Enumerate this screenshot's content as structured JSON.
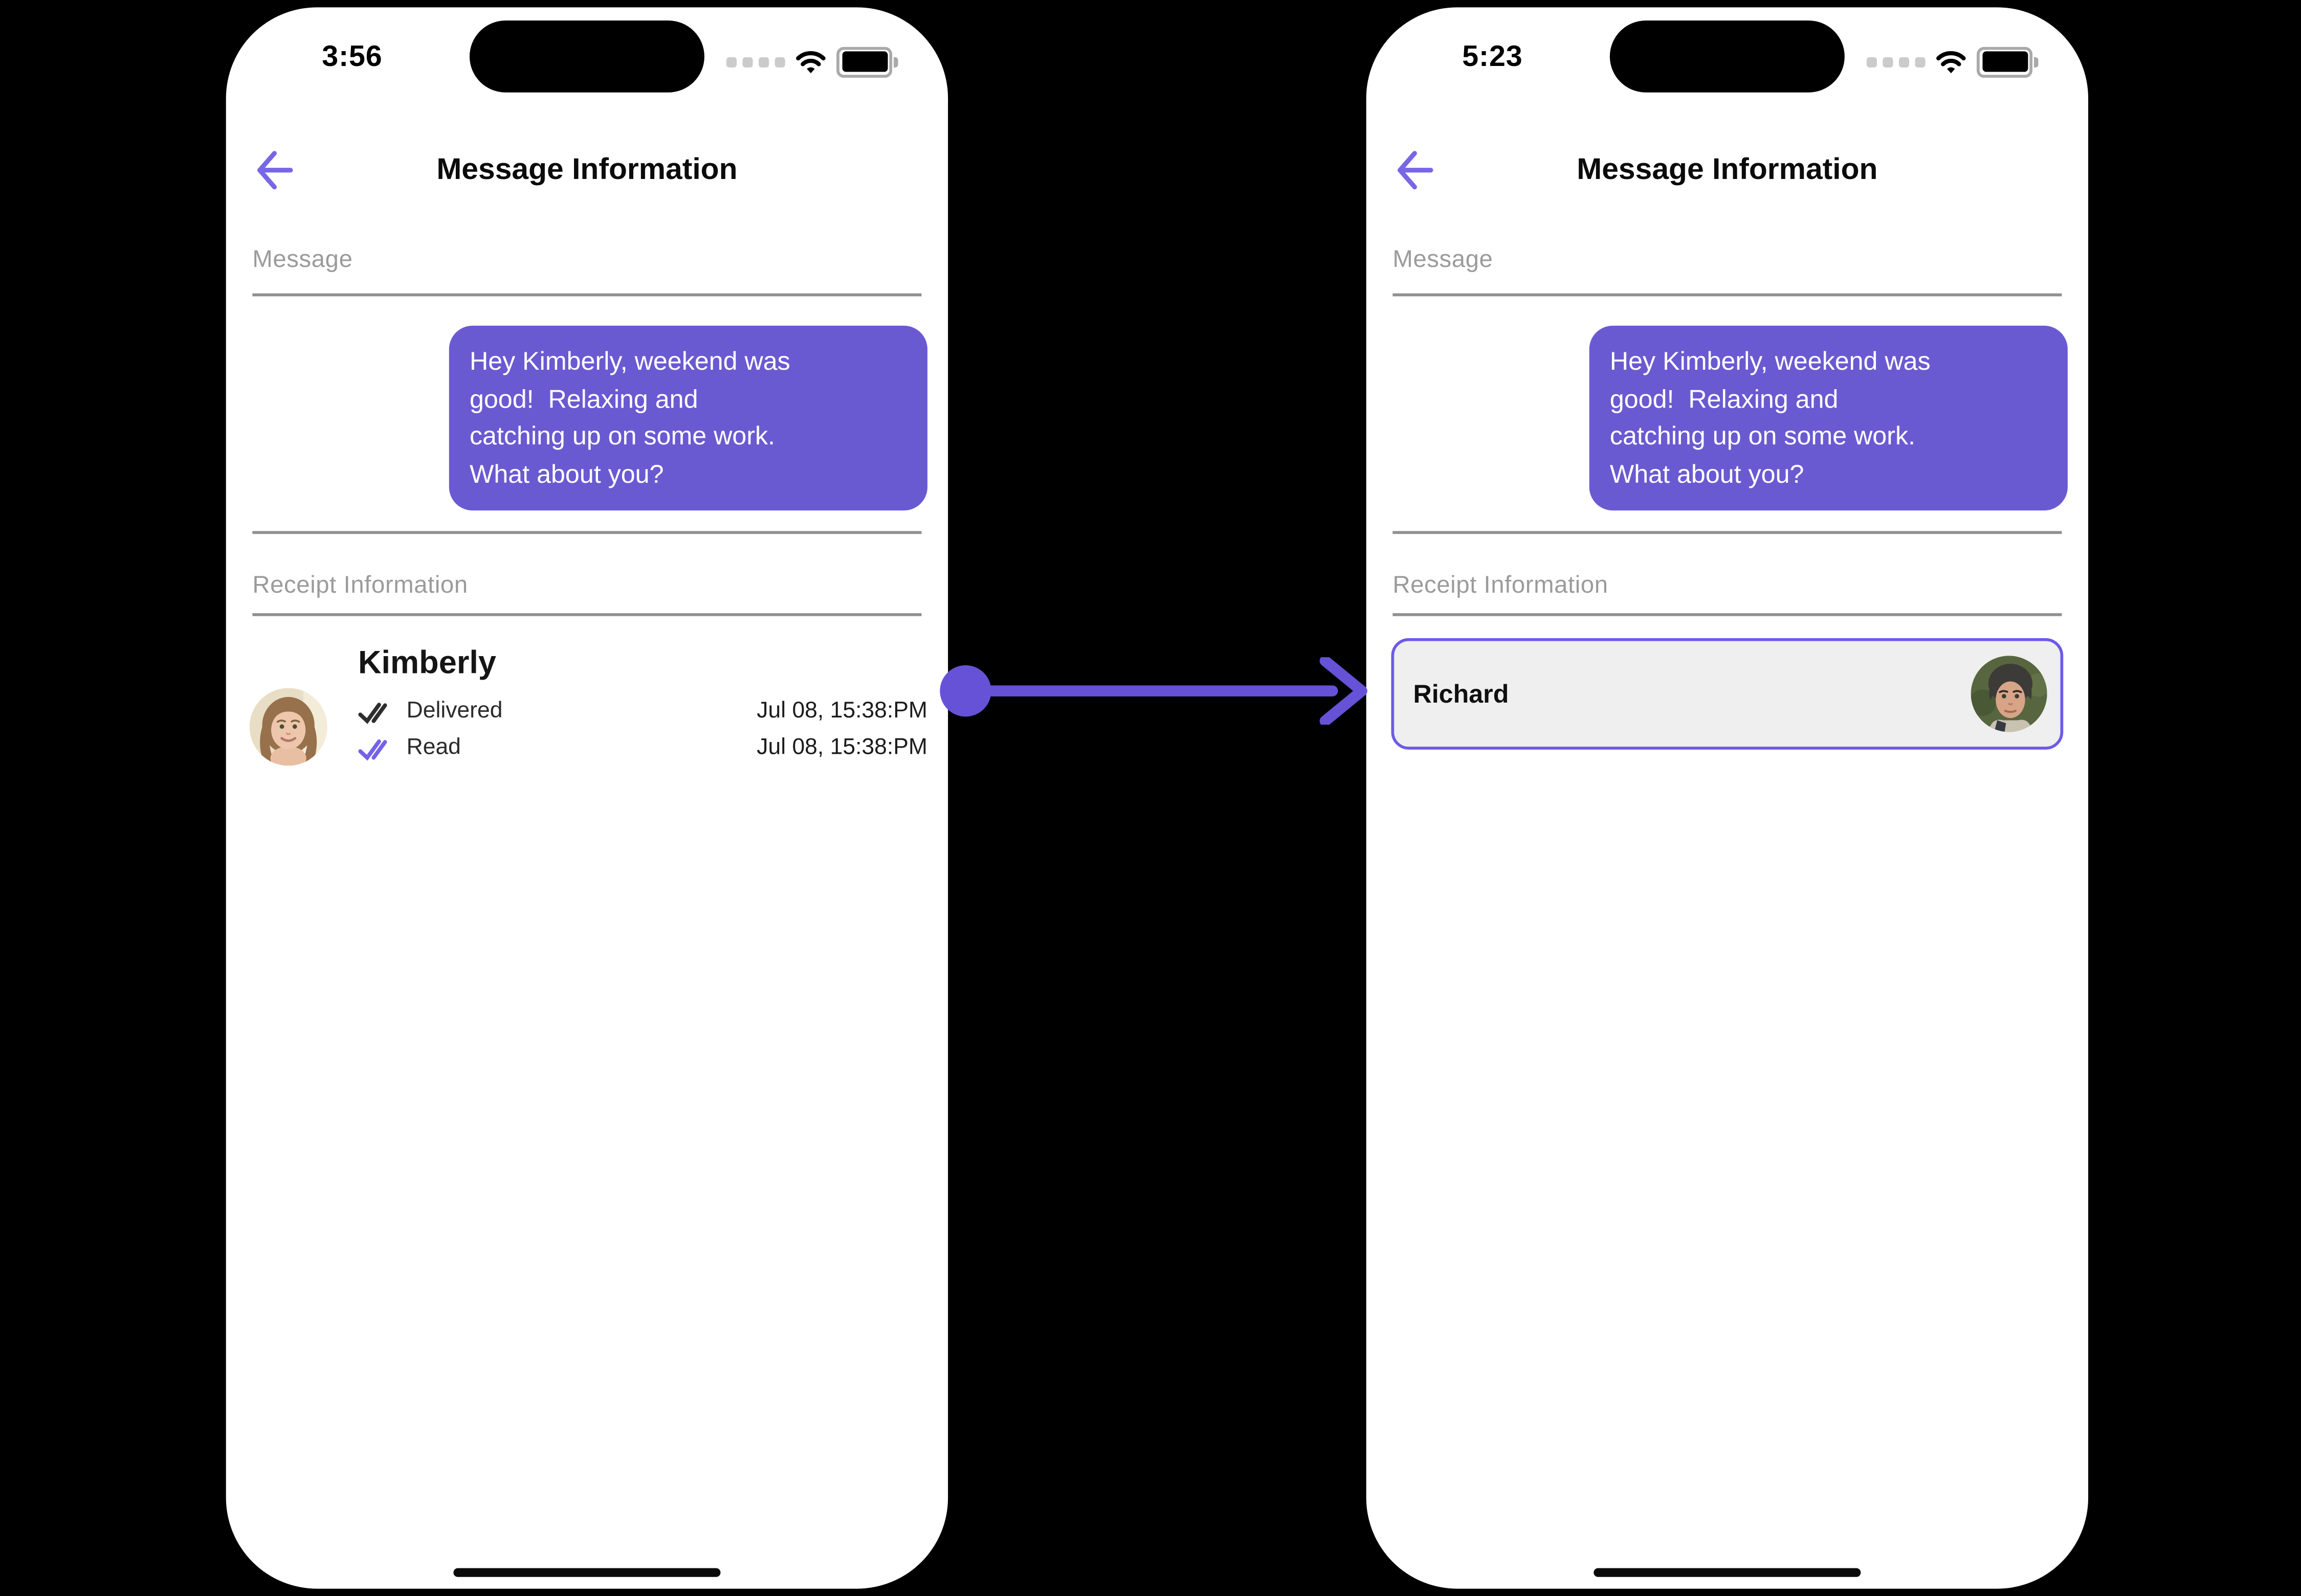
{
  "background_color": "#000000",
  "colors": {
    "accent_purple": "#6552D6",
    "bubble_purple": "#6A5AD1",
    "back_arrow_purple": "#7767E6",
    "read_check_purple": "#7463EA",
    "delivered_check_dark": "#2E2E2E",
    "card_border_purple": "#6D5BE8",
    "card_background": "#EFEFEF",
    "section_label_gray": "#9B9B9B",
    "divider_gray": "#909090",
    "phone_background": "#FFFFFF",
    "text_black": "#111111"
  },
  "arrow_connector": {
    "icon": "arrow-right-icon"
  },
  "phones": [
    {
      "status_bar": {
        "time": "3:56",
        "icons": [
          "cellular-signal-icon",
          "wifi-icon",
          "battery-icon"
        ]
      },
      "header": {
        "back_icon": "arrow-left-icon",
        "title": "Message Information"
      },
      "message_section": {
        "label": "Message",
        "bubble_text": "Hey Kimberly, weekend was\ngood!  Relaxing and\ncatching up on some work.\nWhat about you?"
      },
      "receipt_section": {
        "label": "Receipt Information",
        "contact_name": "Kimberly",
        "avatar": "kimberly-avatar",
        "rows": [
          {
            "icon": "double-check-icon",
            "status": "Delivered",
            "timestamp": "Jul 08, 15:38:PM"
          },
          {
            "icon": "double-check-icon",
            "status": "Read",
            "timestamp": "Jul 08, 15:38:PM"
          }
        ]
      }
    },
    {
      "status_bar": {
        "time": "5:23",
        "icons": [
          "cellular-signal-icon",
          "wifi-icon",
          "battery-icon"
        ]
      },
      "header": {
        "back_icon": "arrow-left-icon",
        "title": "Message Information"
      },
      "message_section": {
        "label": "Message",
        "bubble_text": "Hey Kimberly, weekend was\ngood!  Relaxing and\ncatching up on some work.\nWhat about you?"
      },
      "receipt_section": {
        "label": "Receipt Information",
        "card": {
          "contact_name": "Richard",
          "avatar": "richard-avatar"
        }
      }
    }
  ]
}
